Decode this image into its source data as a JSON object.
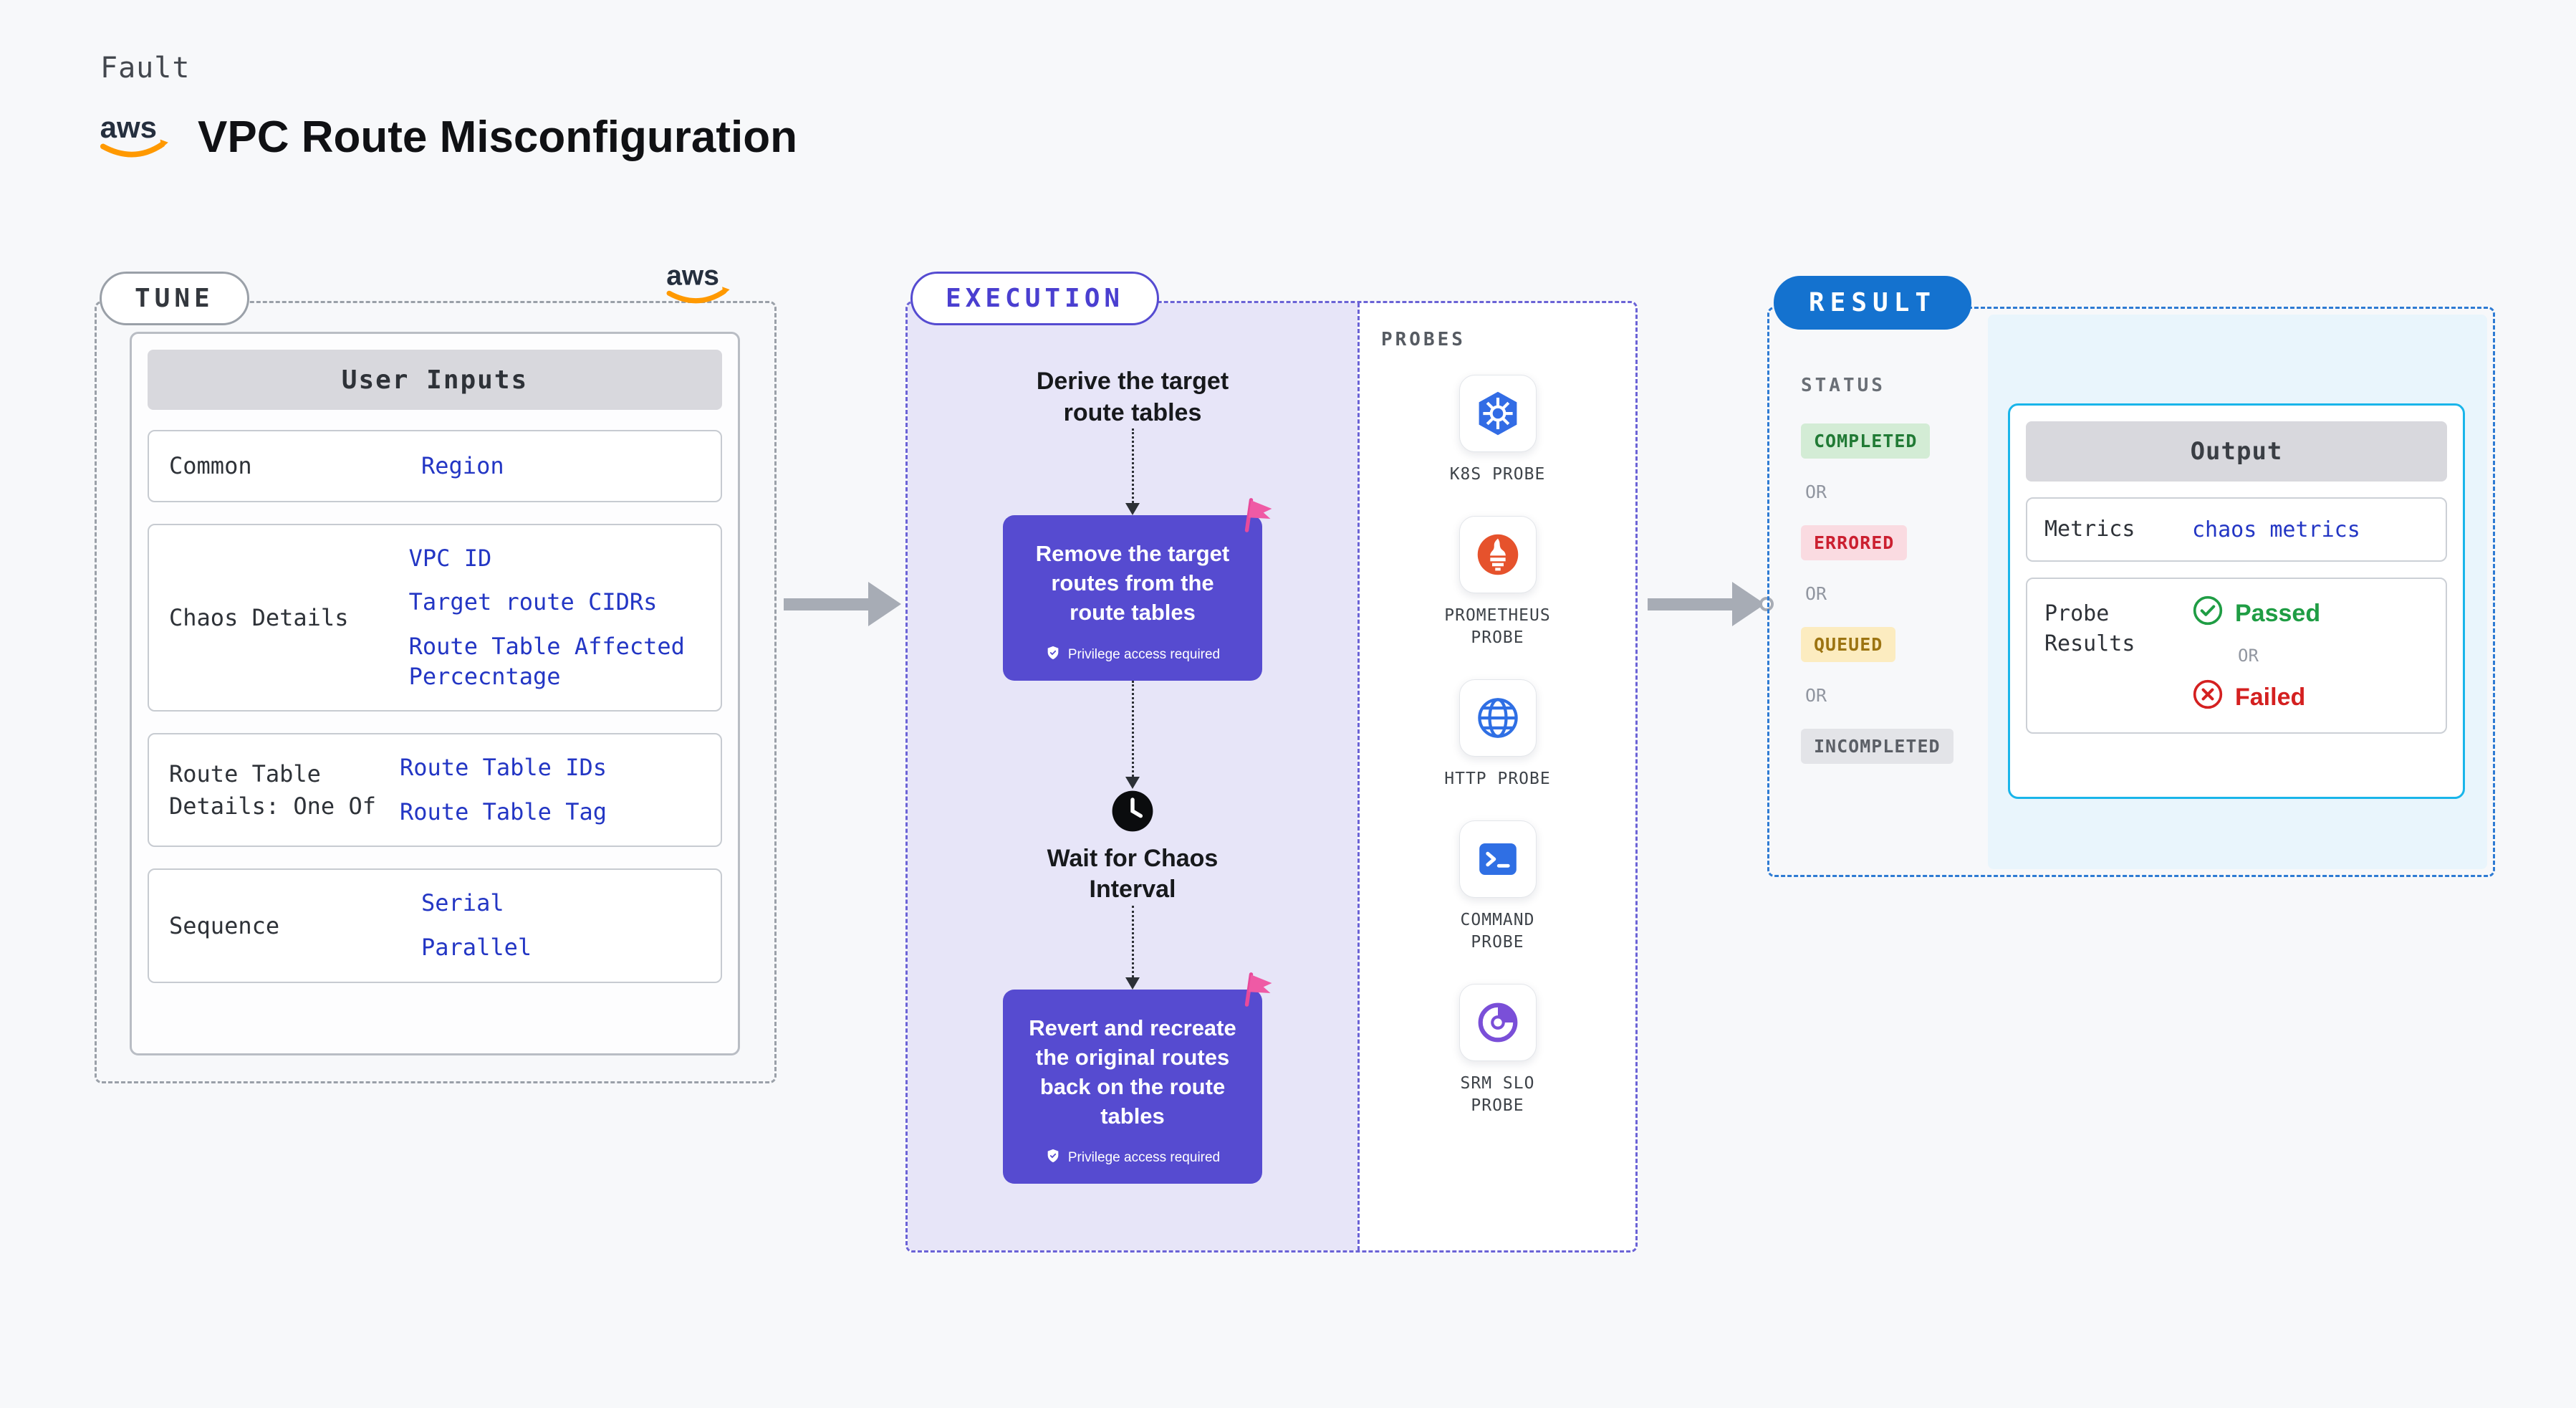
{
  "colors": {
    "background": "#f7f8fa",
    "accent_purple": "#564bd0",
    "execution_panel": "#e7e5f8",
    "result_blue": "#1472cf",
    "output_border": "#19b5ea",
    "output_panel": "#e9f5fc",
    "link_blue": "#2336c4",
    "status_completed_text": "#217a35",
    "status_errored_text": "#cb2030",
    "status_queued_text": "#9c7411",
    "status_incompleted_text": "#5b5f66",
    "passed_green": "#1f9d44",
    "failed_red": "#d42020",
    "flag_pink": "#ef5aa5",
    "aws_orange": "#ff9900"
  },
  "header": {
    "kicker": "Fault",
    "title": "VPC Route Misconfiguration",
    "aws_logo": "aws"
  },
  "tune": {
    "pill": "TUNE",
    "aws_logo": "aws",
    "table": {
      "header": "User Inputs",
      "rows": [
        {
          "label": "Common",
          "values": [
            "Region"
          ]
        },
        {
          "label": "Chaos Details",
          "values": [
            "VPC ID",
            "Target route CIDRs",
            "Route Table Affected Percecntage"
          ]
        },
        {
          "label": "Route Table Details: One Of",
          "values": [
            "Route Table IDs",
            "Route Table Tag"
          ]
        },
        {
          "label": "Sequence",
          "values": [
            "Serial",
            "Parallel"
          ]
        }
      ]
    }
  },
  "execution": {
    "pill": "EXECUTION",
    "derive_step": "Derive the target route tables",
    "action1": "Remove the target routes from the route tables",
    "privilege_badge": "Privilege access required",
    "wait_step": "Wait for Chaos Interval",
    "action2": "Revert and recreate the original routes back on the route tables",
    "probes": {
      "label": "PROBES",
      "items": [
        {
          "name": "K8S PROBE",
          "icon": "kubernetes-icon"
        },
        {
          "name": "PROMETHEUS PROBE",
          "icon": "prometheus-icon"
        },
        {
          "name": "HTTP PROBE",
          "icon": "http-globe-icon"
        },
        {
          "name": "COMMAND PROBE",
          "icon": "command-terminal-icon"
        },
        {
          "name": "SRM SLO PROBE",
          "icon": "srm-slo-gauge-icon"
        }
      ]
    }
  },
  "result": {
    "pill": "RESULT",
    "status_label": "STATUS",
    "or": "OR",
    "statuses": [
      {
        "text": "COMPLETED"
      },
      {
        "text": "ERRORED"
      },
      {
        "text": "QUEUED"
      },
      {
        "text": "INCOMPLETED"
      }
    ],
    "output": {
      "header": "Output",
      "metrics_label": "Metrics",
      "metrics_value": "chaos metrics",
      "probe_results_label": "Probe Results",
      "passed": "Passed",
      "failed": "Failed"
    }
  }
}
